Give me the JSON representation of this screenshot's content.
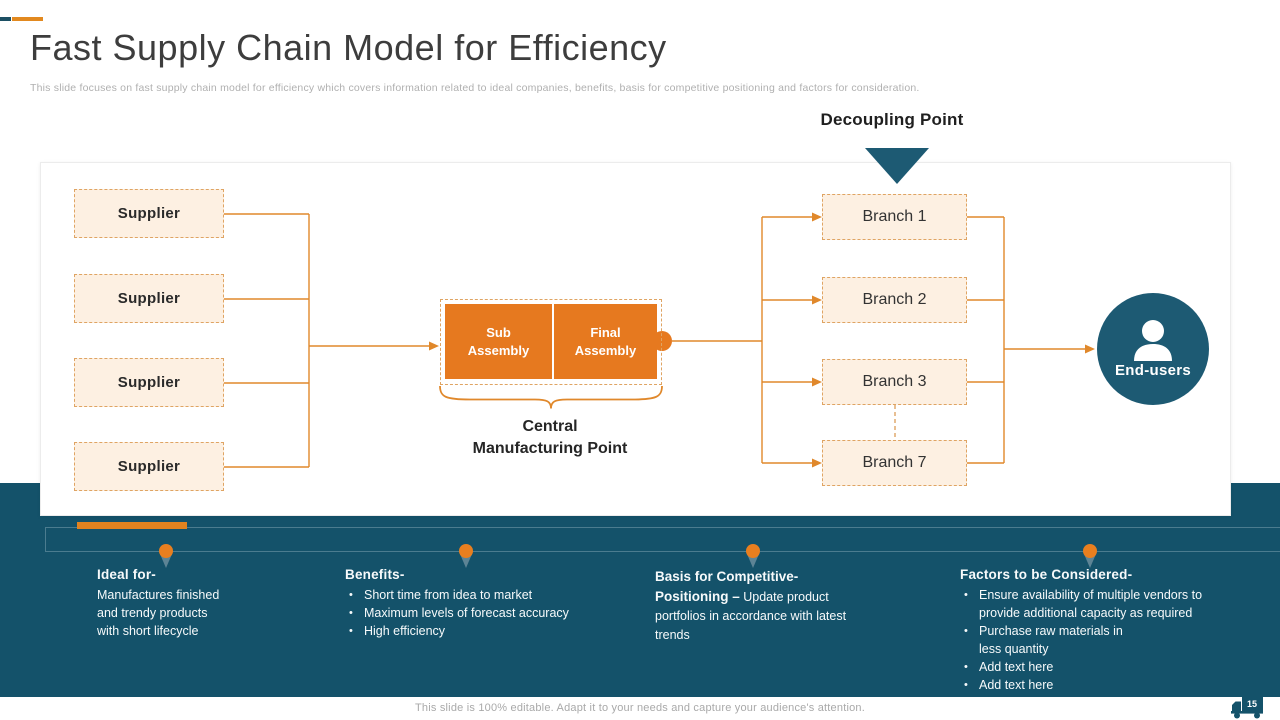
{
  "slide": {
    "title": "Fast Supply Chain Model for Efficiency",
    "subtitle": "This slide focuses on fast supply chain model for efficiency which covers information related to ideal companies, benefits, basis for competitive positioning and factors for consideration.",
    "footer_note": "This slide is 100% editable. Adapt it to your needs and capture your audience's attention.",
    "slide_number": "15"
  },
  "colors": {
    "teal_background": "#14526a",
    "teal_accent": "#1d5a73",
    "orange": "#e6791f",
    "orange_dashed_border": "#dfa463",
    "cream_fill": "#fdf0e2"
  },
  "diagram": {
    "decoupling_label": "Decoupling Point",
    "suppliers": [
      {
        "label": "Supplier"
      },
      {
        "label": "Supplier"
      },
      {
        "label": "Supplier"
      },
      {
        "label": "Supplier"
      }
    ],
    "assembly": {
      "sub_label": "Sub\nAssembly",
      "final_label": "Final\nAssembly"
    },
    "central_label": "Central\nManufacturing Point",
    "branches": [
      {
        "label": "Branch 1"
      },
      {
        "label": "Branch 2"
      },
      {
        "label": "Branch 3"
      },
      {
        "label": "Branch 7"
      }
    ],
    "end_users_label": "End-users"
  },
  "sections": [
    {
      "heading": "Ideal for-",
      "body": "Manufactures finished\nand trendy products\nwith short lifecycle"
    },
    {
      "heading": "Benefits-",
      "bullets": [
        "Short time from idea to market",
        "Maximum levels of forecast accuracy",
        "High efficiency"
      ]
    },
    {
      "heading": "Basis for Competitive-Positioning –",
      "body_inline": "Update product portfolios in accordance with latest trends"
    },
    {
      "heading": "Factors to be Considered-",
      "bullets": [
        "Ensure availability of multiple vendors to\nprovide additional capacity as required",
        "Purchase raw materials in\n less quantity",
        "Add text here",
        "Add text here"
      ]
    }
  ]
}
